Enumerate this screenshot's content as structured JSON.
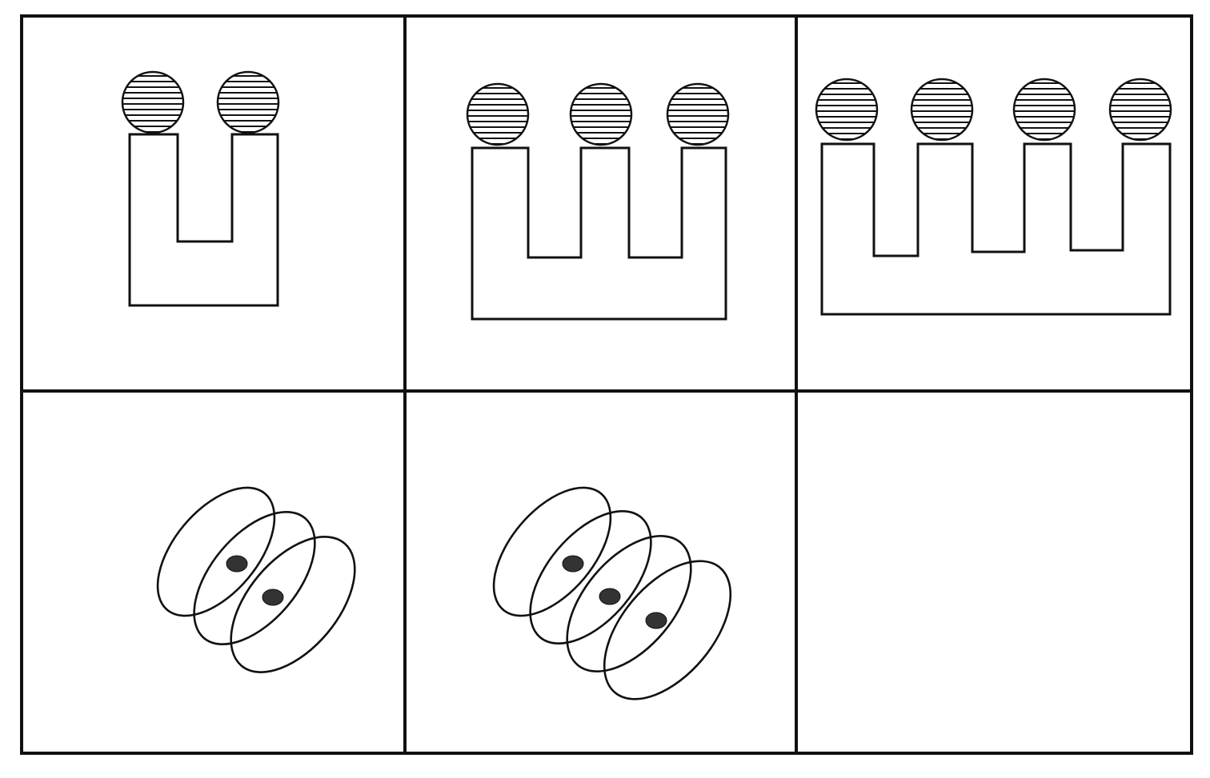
{
  "figure": {
    "rows": 2,
    "columns": 3,
    "colors": {
      "line": "#111111",
      "dot": "#333333",
      "background": "#ffffff"
    },
    "panels": [
      {
        "row": 1,
        "col": 1,
        "shape": "comb",
        "prongs": 2,
        "balls": 2
      },
      {
        "row": 1,
        "col": 2,
        "shape": "comb",
        "prongs": 3,
        "balls": 3
      },
      {
        "row": 1,
        "col": 3,
        "shape": "comb",
        "prongs": 4,
        "balls": 4
      },
      {
        "row": 2,
        "col": 1,
        "shape": "coil",
        "loops": 3,
        "dots": 2
      },
      {
        "row": 2,
        "col": 2,
        "shape": "coil",
        "loops": 4,
        "dots": 3
      },
      {
        "row": 2,
        "col": 3,
        "shape": "empty"
      }
    ]
  }
}
